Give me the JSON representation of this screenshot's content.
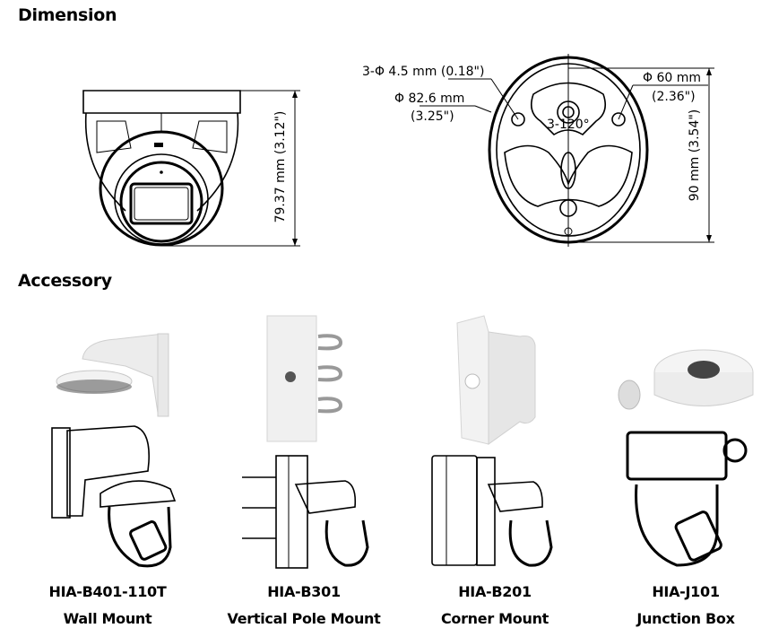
{
  "sections": {
    "dimension_title": "Dimension",
    "accessory_title": "Accessory"
  },
  "dimension": {
    "height_label": "79.37 mm (3.12\")",
    "hole_label": "3-Φ 4.5 mm (0.18\")",
    "outer_diameter_mm": "Φ 82.6 mm",
    "outer_diameter_in": "(3.25\")",
    "inner_diameter_mm": "Φ 60 mm",
    "inner_diameter_in": "(2.36\")",
    "angle_label": "3-120°",
    "base_height_label": "90 mm (3.54\")"
  },
  "accessories": [
    {
      "model": "HIA-B401-110T",
      "name": "Wall Mount",
      "icon": "wall-mount-icon"
    },
    {
      "model": "HIA-B301",
      "name": "Vertical Pole Mount",
      "icon": "pole-mount-icon"
    },
    {
      "model": "HIA-B201",
      "name": "Corner Mount",
      "icon": "corner-mount-icon"
    },
    {
      "model": "HIA-J101",
      "name": "Junction Box",
      "icon": "junction-box-icon"
    }
  ]
}
